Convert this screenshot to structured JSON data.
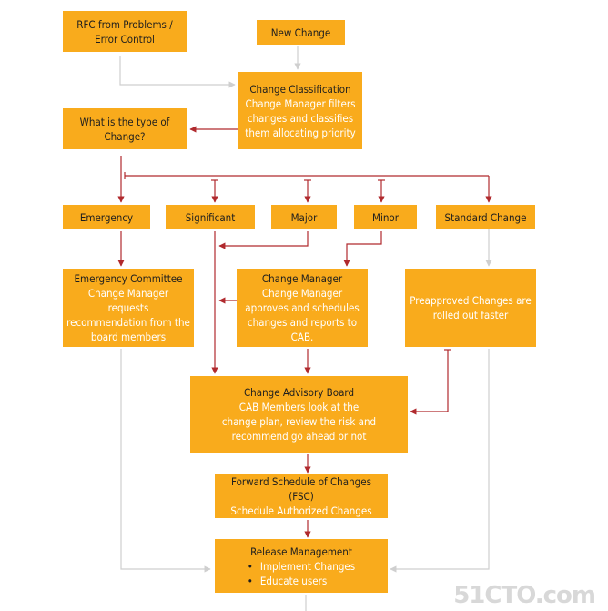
{
  "diagram": {
    "nodes": {
      "rfc": {
        "title": "RFC from Problems / Error Control"
      },
      "new_change": {
        "title": "New Change"
      },
      "classification": {
        "title": "Change Classification",
        "body": "Change Manager filters changes and classifies them allocating priority"
      },
      "type_question": {
        "title": "What is the type of Change?"
      },
      "emergency": {
        "title": "Emergency"
      },
      "significant": {
        "title": "Significant"
      },
      "major": {
        "title": "Major"
      },
      "minor": {
        "title": "Minor"
      },
      "standard": {
        "title": "Standard Change"
      },
      "emergency_committee": {
        "title": "Emergency Committee",
        "body": "Change Manager requests recommendation from the board members"
      },
      "change_manager": {
        "title": "Change Manager",
        "body": "Change Manager approves and schedules changes and reports to CAB."
      },
      "preapproved": {
        "body": "Preapproved Changes are rolled out faster"
      },
      "cab": {
        "title": "Change Advisory Board",
        "body": "CAB Members look at the change plan, review the risk and recommend go ahead or not"
      },
      "fsc": {
        "title": "Forward Schedule of Changes (FSC)",
        "body": "Schedule Authorized Changes"
      },
      "release": {
        "title": "Release Management",
        "items": [
          "Implement Changes",
          "Educate users"
        ]
      }
    },
    "colors": {
      "box": "#f9ab1c",
      "arrow": "#b02a2e",
      "connector_light": "#cfcfcf"
    }
  },
  "watermark": "51CTO.com"
}
